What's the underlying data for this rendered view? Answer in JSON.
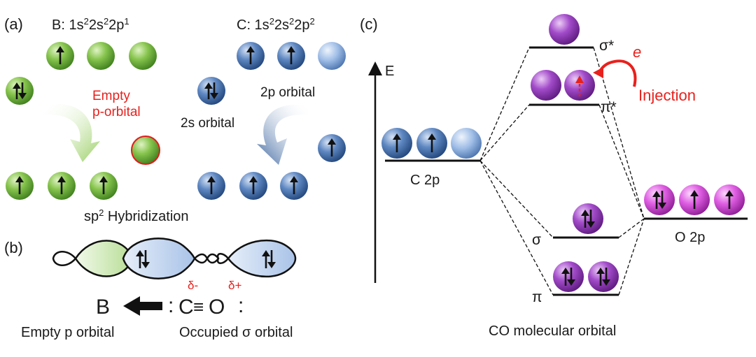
{
  "panel_labels": {
    "a": "(a)",
    "b": "(b)",
    "c": "(c)"
  },
  "panel_a": {
    "boron_config": {
      "prefix": "B: 1s",
      "sup1": "2",
      "mid1": "2s",
      "sup2": "2",
      "mid2": "2p",
      "sup3": "1"
    },
    "carbon_config": {
      "prefix": "C: 1s",
      "sup1": "2",
      "mid1": "2s",
      "sup2": "2",
      "mid2": "2p",
      "sup3": "2"
    },
    "empty_label_line1": "Empty",
    "empty_label_line2": "p-orbital",
    "orbital_2p": "2p orbital",
    "orbital_2s": "2s orbital",
    "hybrid_prefix": "sp",
    "hybrid_sup": "2",
    "hybrid_suffix": " Hybridization"
  },
  "panel_b": {
    "delta_minus": "δ-",
    "delta_plus": "δ+",
    "boron": "B",
    "colon_left": ":",
    "carbon": "C",
    "triple_bond": "≡",
    "oxygen": "O",
    "colon_right": ":",
    "empty_p": "Empty p orbital",
    "occupied_sigma": "Occupied σ orbital"
  },
  "panel_c": {
    "energy_axis": "E",
    "c2p": "C 2p",
    "o2p": "O 2p",
    "sigma_star": "σ*",
    "pi_star": "π*",
    "sigma": "σ",
    "pi": "π",
    "electron": "e",
    "injection": "Injection",
    "caption": "CO molecular orbital"
  },
  "colors": {
    "green_orbital": "#6bb33a",
    "blue_orbital": "#4a74b0",
    "light_blue_orbital": "#8fb2e0",
    "violet_orbital": "#9b3fbf",
    "magenta_orbital": "#d04fd6",
    "empty_outline": "#e01d1d",
    "accent_red": "#e8211d"
  }
}
